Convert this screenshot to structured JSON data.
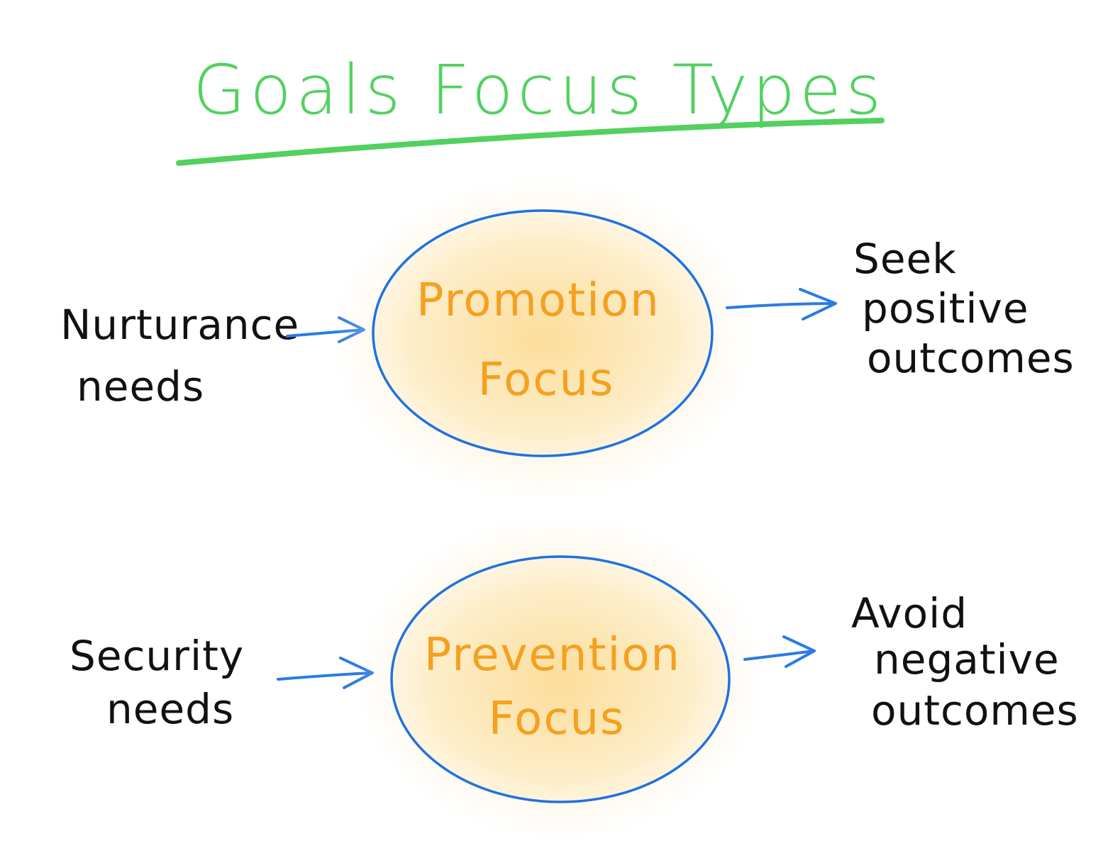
{
  "title": "Goals Focus Types",
  "colors": {
    "title": "#52d160",
    "focus": "#f4a020",
    "circle": "#1f72df",
    "arrow": "#2a7be4",
    "ink": "#111111",
    "glow": "#fde3a6"
  },
  "rows": [
    {
      "input_lines": [
        "Nurturance",
        "needs"
      ],
      "focus_lines": [
        "Promotion",
        "Focus"
      ],
      "output_lines": [
        "Seek",
        "positive",
        "outcomes"
      ]
    },
    {
      "input_lines": [
        "Security",
        "needs"
      ],
      "focus_lines": [
        "Prevention",
        "Focus"
      ],
      "output_lines": [
        "Avoid",
        "negative",
        "outcomes"
      ]
    }
  ]
}
